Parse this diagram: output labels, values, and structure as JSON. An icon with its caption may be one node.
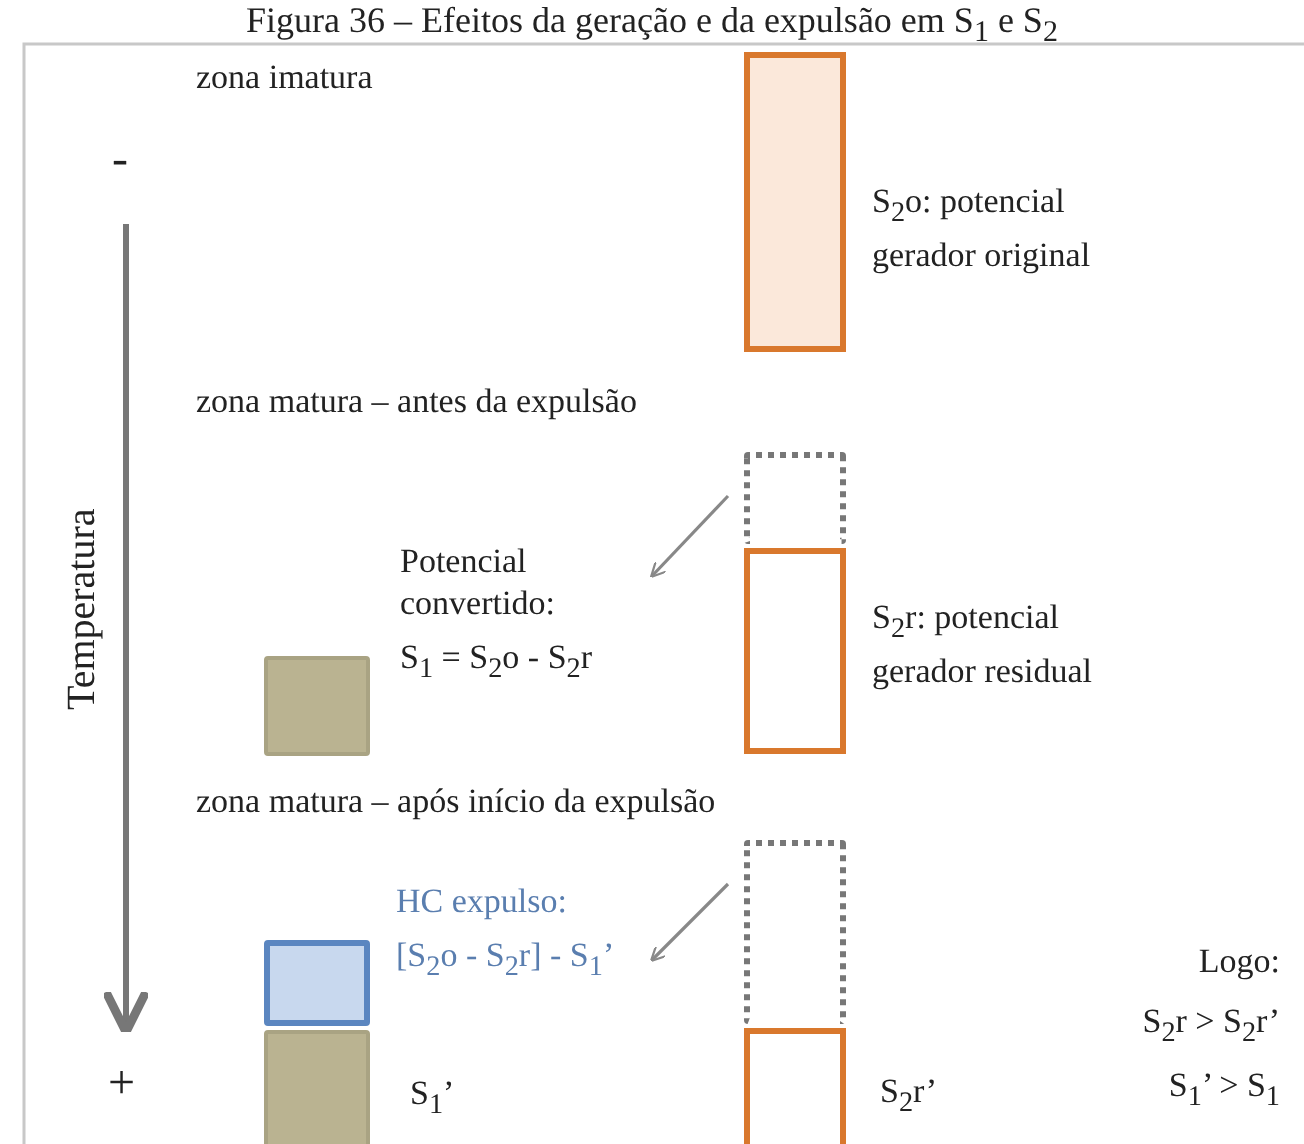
{
  "diagram": {
    "title": "Figura 36 – Efeitos da geração e da expulsão em S$_{1}$ e S$_{2}$",
    "nodes": [
      {
        "text": [],
        "shape": "bar",
        "beside": [
          "S$_{2}$o: potencial gerador original"
        ]
      },
      {
        "text": [],
        "shape": "box"
      },
      {
        "text": [],
        "shape": "bar",
        "beside": [
          "S$_{2}$r: potencial gerador residual"
        ]
      },
      {
        "text": [
          "Potencial convertido:",
          "S$_{1}$ = S$_{2}$o - S$_{2}$r"
        ]
      },
      {
        "text": [],
        "shape": "box"
      },
      {
        "text": [],
        "shape": "box"
      },
      {
        "text": [
          "HC expulso:",
          "[S$_{2}$o - S$_{2}$r] - S$_{1}$’"
        ]
      },
      {
        "text": [],
        "shape": "box"
      },
      {
        "text": [],
        "shape": "box",
        "beside": [
          "S$_{1}$’"
        ]
      },
      {
        "text": [],
        "shape": "bar",
        "beside": [
          "S$_{2}$r’"
        ]
      }
    ],
    "edges": [
      {
        "from": 1,
        "to": 3,
        "arrow": "to"
      },
      {
        "from": 5,
        "to": 6,
        "arrow": "to"
      }
    ],
    "labels": [
      "zona imatura",
      "-",
      "Temperatura",
      "zona matura – antes da expulsão",
      "zona matura – após início da expulsão",
      "Logo:",
      "S$_{2}$r > S$_{2}$r’",
      "+",
      "S$_{1}$’ > S$_{1}$"
    ]
  }
}
